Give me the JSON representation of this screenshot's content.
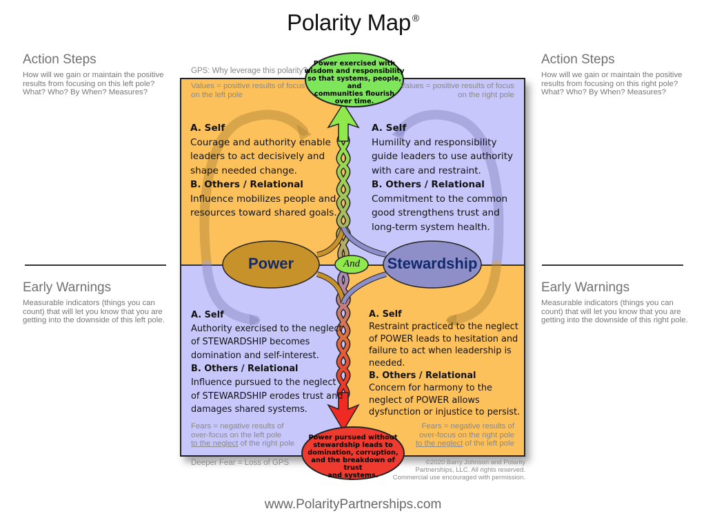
{
  "title": "Polarity Map",
  "title_mark": "®",
  "left_side": {
    "action_steps": {
      "heading": "Action Steps",
      "lines": [
        "How will we gain or maintain the positive",
        "results from focusing on this left pole?",
        "What? Who? By When? Measures?"
      ]
    },
    "early_warnings": {
      "heading": "Early Warnings",
      "lines": [
        "Measurable indicators (things you can",
        "count) that will let you know that you are",
        "getting into the downside of this left pole."
      ]
    }
  },
  "right_side": {
    "action_steps": {
      "heading": "Action Steps",
      "lines": [
        "How will we gain or maintain the positive",
        "results from focusing on this right pole?",
        "What? Who? By When? Measures?"
      ]
    },
    "early_warnings": {
      "heading": "Early Warnings",
      "lines": [
        "Measurable indicators (things you can",
        "count) that will let you know that you are",
        "getting into the downside of this right pole."
      ]
    }
  },
  "gps_label": "GPS: Why leverage this polarity?",
  "deeper_fear_label": "Deeper Fear = Loss of GPS",
  "greater_purpose": {
    "lines": [
      "Power exercised with",
      "wisdom and responsibility",
      "so that systems, people, and",
      "communities flourish",
      "over time."
    ],
    "color": "#7ee65a"
  },
  "deeper_fear": {
    "lines": [
      "Power pursued without",
      "stewardship leads to",
      "domination, corruption,",
      "and the breakdown of trust",
      "and systems."
    ],
    "color": "#ef3b2f"
  },
  "poles": {
    "left": {
      "label": "Power",
      "color": "#c8922a"
    },
    "connector": "And",
    "right": {
      "label": "Stewardship",
      "color": "#8e8ec8"
    }
  },
  "quadrants": {
    "upper_left": {
      "caption": [
        "Values = positive results of focus",
        "on the left pole"
      ],
      "self_heading": "A. Self",
      "self_lines": [
        "Courage and authority enable",
        "leaders to act decisively and",
        "shape needed change."
      ],
      "others_heading": "B. Others / Relational",
      "others_lines": [
        "Influence mobilizes people and",
        "resources toward shared goals."
      ],
      "color": "#fdc15c"
    },
    "upper_right": {
      "caption": [
        "Values = positive results of focus",
        "on the right pole"
      ],
      "self_heading": "A. Self",
      "self_lines": [
        "Humility and responsibility",
        "guide leaders to use authority",
        "with care and restraint."
      ],
      "others_heading": "B. Others / Relational",
      "others_lines": [
        "Commitment to the common",
        "good strengthens trust and",
        "long-term system health."
      ],
      "color": "#c8c7fb"
    },
    "lower_left": {
      "self_heading": "A. Self",
      "self_lines": [
        "Authority exercised to the neglect",
        "of STEWARDSHIP becomes",
        "domination and self-interest."
      ],
      "others_heading": "B. Others / Relational",
      "others_lines": [
        "Influence pursued to the neglect",
        "of STEWARDSHIP erodes trust and",
        "damages shared systems."
      ],
      "caption": [
        "Fears = negative results of",
        "over-focus on the left pole"
      ],
      "caption_neglect": "to the neglect",
      "caption_tail": " of the right pole",
      "color": "#c8c7fb"
    },
    "lower_right": {
      "self_heading": "A. Self",
      "self_lines": [
        "Restraint practiced to the neglect",
        "of POWER leads to hesitation and",
        "failure to act when leadership is",
        "needed."
      ],
      "others_heading": "B. Others / Relational",
      "others_lines": [
        "Concern for harmony to the",
        "neglect of POWER allows",
        "dysfunction or injustice to persist."
      ],
      "caption": [
        "Fears = negative results of",
        "over-focus on the right pole"
      ],
      "caption_neglect": "to the neglect",
      "caption_tail": " of the left pole",
      "color": "#fdc15c"
    }
  },
  "copyright": [
    "©2020 Barry Johnson and Polarity",
    "Partnerships, LLC. All rights reserved.",
    "Commercial use encouraged with permission."
  ],
  "footer_url": "www.PolarityPartnerships.com"
}
